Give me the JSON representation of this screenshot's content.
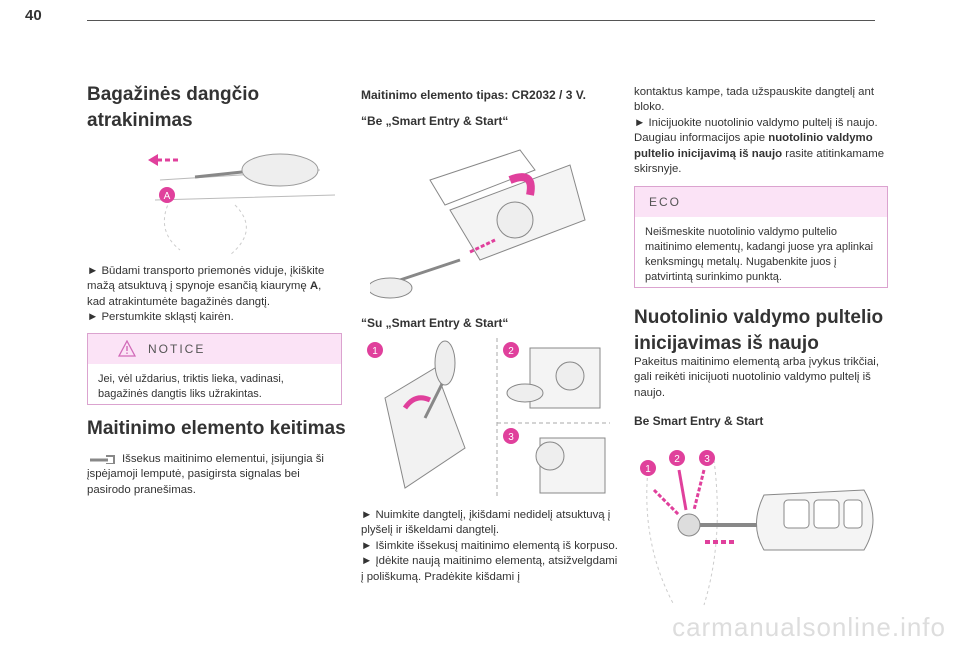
{
  "page": {
    "number": "40"
  },
  "col1": {
    "heading": "Bagažinės dangčio atrakinimas",
    "fig_label_a": "A",
    "instructions": [
      "► Būdami transporto priemonės viduje, įkiškite mažą atsuktuvą į spynoje esančią kiaurymę ",
      "A",
      ", kad atrakintumėte bagažinės dangtį.",
      "► Perstumkite skląstį kairėn."
    ],
    "notice": {
      "title": "NOTICE",
      "text": "Jei, vėl uždarius, triktis lieka, vadinasi, bagažinės dangtis liks užrakintas."
    },
    "heading2": "Maitinimo elemento keitimas",
    "battery_warning": "Išsekus maitinimo elementui, įsijungia ši įspėjamoji lemputė, pasigirsta signalas bei pasirodo pranešimas."
  },
  "col2": {
    "battery_type": "Maitinimo elemento tipas: CR2032 / 3 V.",
    "without_smart": "“Be „Smart Entry & Start“",
    "with_smart": "“Su „Smart Entry & Start“",
    "callouts": [
      "1",
      "2",
      "3"
    ],
    "instructions": [
      "► Nuimkite dangtelį, įkišdami nedidelį atsuktuvą į plyšelį ir iškeldami dangtelį.",
      "► Išimkite išsekusį maitinimo elementą iš korpuso.",
      "► Įdėkite naują maitinimo elementą, atsižvelgdami į poliškumą. Pradėkite kišdami į"
    ]
  },
  "col3": {
    "continuation": [
      "kontaktus kampe, tada užspauskite dangtelį ant bloko.",
      "► Inicijuokite nuotolinio valdymo pultelį iš naujo."
    ],
    "info_pre": "Daugiau informacijos apie ",
    "info_bold": "nuotolinio valdymo pultelio inicijavimą iš naujo",
    "info_post": " rasite atitinkamame skirsnyje.",
    "eco": {
      "title": "ECO",
      "text": "Neišmeskite nuotolinio valdymo pultelio maitinimo elementų, kadangi juose yra aplinkai kenksmingų metalų. Nugabenkite juos į patvirtintą surinkimo punktą."
    },
    "heading": "Nuotolinio valdymo pultelio inicijavimas iš naujo",
    "reinit_text": "Pakeitus maitinimo elementą arba įvykus trikčiai, gali reikėti iniciįuoti nuotolinio valdymo pultelį iš naujo.",
    "subheading": "Be Smart Entry & Start",
    "callouts": [
      "1",
      "2",
      "3"
    ]
  },
  "watermark": "carmanualsonline.info",
  "colors": {
    "accent": "#e0409c",
    "notice_bg": "#fbe3f6",
    "rule": "#555555"
  }
}
